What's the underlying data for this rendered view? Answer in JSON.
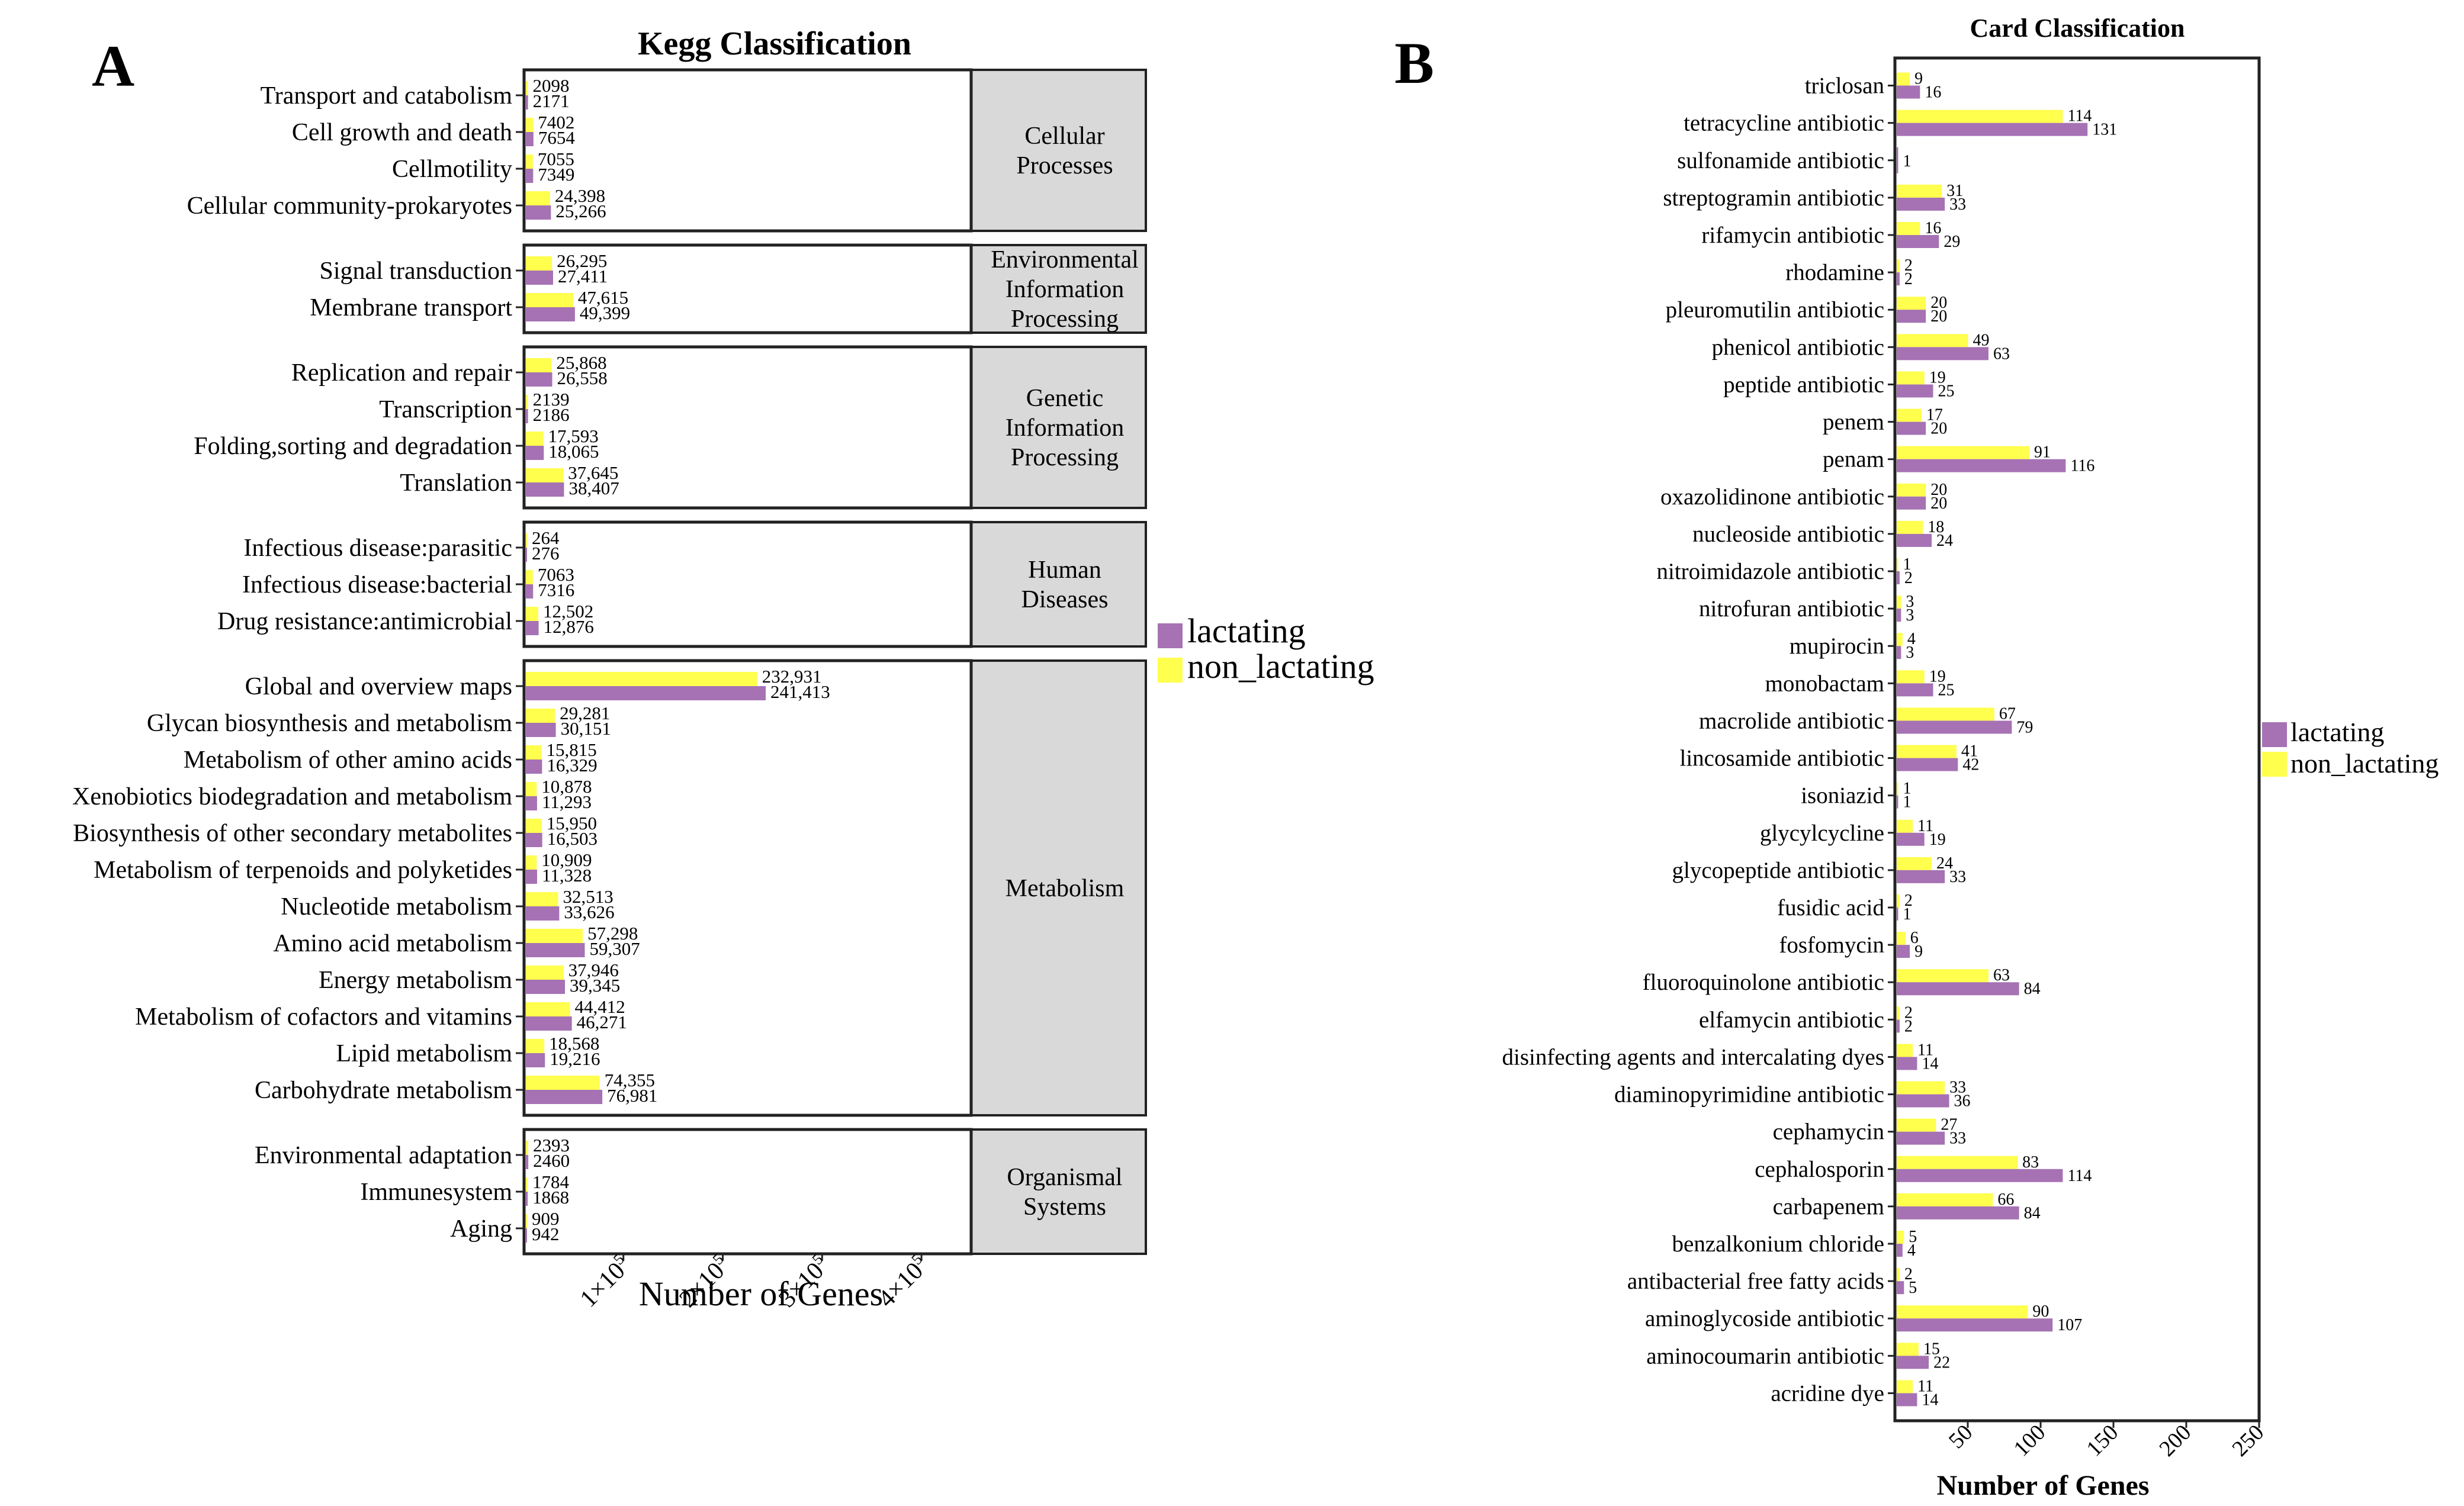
{
  "colors": {
    "lactating": "#A672B4",
    "non_lactating": "#FFFF4D",
    "group_box": "#D9D9D9",
    "frame": "#222222"
  },
  "panel_a": {
    "letter": "A"
  },
  "panel_b": {
    "letter": "B"
  },
  "chart_data": [
    {
      "type": "bar",
      "orientation": "horizontal",
      "title": "Kegg Classification",
      "xlabel": "Number of Genes",
      "ylabel": "",
      "xlim": [
        0,
        450000
      ],
      "x_ticks": [
        {
          "value": 100000,
          "label": "1×10",
          "exp": "5"
        },
        {
          "value": 200000,
          "label": "2×10",
          "exp": "5"
        },
        {
          "value": 300000,
          "label": "3×10",
          "exp": "5"
        },
        {
          "value": 400000,
          "label": "4×10",
          "exp": "5"
        }
      ],
      "legend": [
        "lactating",
        "non_lactating"
      ],
      "legend_position": "right",
      "grid": false,
      "groups": [
        {
          "name_lines": [
            "Cellular",
            "Processes"
          ],
          "items": [
            {
              "label": "Transport and catabolism",
              "non_lactating": 2098,
              "lactating": 2171,
              "non_lactating_text": "2098",
              "lactating_text": "2171"
            },
            {
              "label": "Cell growth and death",
              "non_lactating": 7402,
              "lactating": 7654,
              "non_lactating_text": "7402",
              "lactating_text": "7654"
            },
            {
              "label": "Cellmotility",
              "non_lactating": 7055,
              "lactating": 7349,
              "non_lactating_text": "7055",
              "lactating_text": "7349"
            },
            {
              "label": "Cellular community-prokaryotes",
              "non_lactating": 24398,
              "lactating": 25266,
              "non_lactating_text": "24,398",
              "lactating_text": "25,266"
            }
          ]
        },
        {
          "name_lines": [
            "Environmental",
            "Information",
            "Processing"
          ],
          "items": [
            {
              "label": "Signal transduction",
              "non_lactating": 26295,
              "lactating": 27411,
              "non_lactating_text": "26,295",
              "lactating_text": "27,411"
            },
            {
              "label": "Membrane transport",
              "non_lactating": 47615,
              "lactating": 49399,
              "non_lactating_text": "47,615",
              "lactating_text": "49,399"
            }
          ]
        },
        {
          "name_lines": [
            "Genetic",
            "Information",
            "Processing"
          ],
          "items": [
            {
              "label": "Replication and repair",
              "non_lactating": 25868,
              "lactating": 26558,
              "non_lactating_text": "25,868",
              "lactating_text": "26,558"
            },
            {
              "label": "Transcription",
              "non_lactating": 2139,
              "lactating": 2186,
              "non_lactating_text": "2139",
              "lactating_text": "2186"
            },
            {
              "label": "Folding,sorting and degradation",
              "non_lactating": 17593,
              "lactating": 18065,
              "non_lactating_text": "17,593",
              "lactating_text": "18,065"
            },
            {
              "label": "Translation",
              "non_lactating": 37645,
              "lactating": 38407,
              "non_lactating_text": "37,645",
              "lactating_text": "38,407"
            }
          ]
        },
        {
          "name_lines": [
            "Human",
            "Diseases"
          ],
          "items": [
            {
              "label": "Infectious disease:parasitic",
              "non_lactating": 264,
              "lactating": 276,
              "non_lactating_text": "264",
              "lactating_text": "276"
            },
            {
              "label": "Infectious disease:bacterial",
              "non_lactating": 7063,
              "lactating": 7316,
              "non_lactating_text": "7063",
              "lactating_text": "7316"
            },
            {
              "label": "Drug resistance:antimicrobial",
              "non_lactating": 12502,
              "lactating": 12876,
              "non_lactating_text": "12,502",
              "lactating_text": "12,876"
            }
          ]
        },
        {
          "name_lines": [
            "Metabolism"
          ],
          "items": [
            {
              "label": "Global and overview maps",
              "non_lactating": 232931,
              "lactating": 241413,
              "non_lactating_text": "232,931",
              "lactating_text": "241,413"
            },
            {
              "label": "Glycan biosynthesis and metabolism",
              "non_lactating": 29281,
              "lactating": 30151,
              "non_lactating_text": "29,281",
              "lactating_text": "30,151"
            },
            {
              "label": "Metabolism of other amino acids",
              "non_lactating": 15815,
              "lactating": 16329,
              "non_lactating_text": "15,815",
              "lactating_text": "16,329"
            },
            {
              "label": "Xenobiotics biodegradation and metabolism",
              "non_lactating": 10878,
              "lactating": 11293,
              "non_lactating_text": "10,878",
              "lactating_text": "11,293"
            },
            {
              "label": "Biosynthesis of other secondary metabolites",
              "non_lactating": 15950,
              "lactating": 16503,
              "non_lactating_text": "15,950",
              "lactating_text": "16,503"
            },
            {
              "label": "Metabolism of terpenoids and polyketides",
              "non_lactating": 10909,
              "lactating": 11328,
              "non_lactating_text": "10,909",
              "lactating_text": "11,328"
            },
            {
              "label": "Nucleotide metabolism",
              "non_lactating": 32513,
              "lactating": 33626,
              "non_lactating_text": "32,513",
              "lactating_text": "33,626"
            },
            {
              "label": "Amino acid metabolism",
              "non_lactating": 57298,
              "lactating": 59307,
              "non_lactating_text": "57,298",
              "lactating_text": "59,307"
            },
            {
              "label": "Energy metabolism",
              "non_lactating": 37946,
              "lactating": 39345,
              "non_lactating_text": "37,946",
              "lactating_text": "39,345"
            },
            {
              "label": "Metabolism of cofactors and vitamins",
              "non_lactating": 44412,
              "lactating": 46271,
              "non_lactating_text": "44,412",
              "lactating_text": "46,271"
            },
            {
              "label": "Lipid metabolism",
              "non_lactating": 18568,
              "lactating": 19216,
              "non_lactating_text": "18,568",
              "lactating_text": "19,216"
            },
            {
              "label": "Carbohydrate metabolism",
              "non_lactating": 74355,
              "lactating": 76981,
              "non_lactating_text": "74,355",
              "lactating_text": "76,981"
            }
          ]
        },
        {
          "name_lines": [
            "Organismal",
            "Systems"
          ],
          "items": [
            {
              "label": "Environmental adaptation",
              "non_lactating": 2393,
              "lactating": 2460,
              "non_lactating_text": "2393",
              "lactating_text": "2460"
            },
            {
              "label": "Immunesystem",
              "non_lactating": 1784,
              "lactating": 1868,
              "non_lactating_text": "1784",
              "lactating_text": "1868"
            },
            {
              "label": "Aging",
              "non_lactating": 909,
              "lactating": 942,
              "non_lactating_text": "909",
              "lactating_text": "942"
            }
          ]
        }
      ]
    },
    {
      "type": "bar",
      "orientation": "horizontal",
      "title": "Card Classification",
      "xlabel": "Number of Genes",
      "ylabel": "",
      "xlim": [
        0,
        250
      ],
      "x_ticks": [
        {
          "value": 50,
          "label": "50"
        },
        {
          "value": 100,
          "label": "100"
        },
        {
          "value": 150,
          "label": "150"
        },
        {
          "value": 200,
          "label": "200"
        },
        {
          "value": 250,
          "label": "250"
        }
      ],
      "legend": [
        "lactating",
        "non_lactating"
      ],
      "legend_position": "right",
      "grid": false,
      "items": [
        {
          "label": "triclosan",
          "non_lactating": 9,
          "lactating": 16
        },
        {
          "label": "tetracycline antibiotic",
          "non_lactating": 114,
          "lactating": 131
        },
        {
          "label": "sulfonamide antibiotic",
          "non_lactating": null,
          "lactating": 1
        },
        {
          "label": "streptogramin antibiotic",
          "non_lactating": 31,
          "lactating": 33
        },
        {
          "label": "rifamycin antibiotic",
          "non_lactating": 16,
          "lactating": 29
        },
        {
          "label": "rhodamine",
          "non_lactating": 2,
          "lactating": 2
        },
        {
          "label": "pleuromutilin antibiotic",
          "non_lactating": 20,
          "lactating": 20
        },
        {
          "label": "phenicol antibiotic",
          "non_lactating": 49,
          "lactating": 63
        },
        {
          "label": "peptide antibiotic",
          "non_lactating": 19,
          "lactating": 25
        },
        {
          "label": "penem",
          "non_lactating": 17,
          "lactating": 20
        },
        {
          "label": "penam",
          "non_lactating": 91,
          "lactating": 116
        },
        {
          "label": "oxazolidinone antibiotic",
          "non_lactating": 20,
          "lactating": 20
        },
        {
          "label": "nucleoside antibiotic",
          "non_lactating": 18,
          "lactating": 24
        },
        {
          "label": "nitroimidazole antibiotic",
          "non_lactating": 1,
          "lactating": 2
        },
        {
          "label": "nitrofuran antibiotic",
          "non_lactating": 3,
          "lactating": 3
        },
        {
          "label": "mupirocin",
          "non_lactating": 4,
          "lactating": 3
        },
        {
          "label": "monobactam",
          "non_lactating": 19,
          "lactating": 25
        },
        {
          "label": "macrolide antibiotic",
          "non_lactating": 67,
          "lactating": 79
        },
        {
          "label": "lincosamide antibiotic",
          "non_lactating": 41,
          "lactating": 42
        },
        {
          "label": "isoniazid",
          "non_lactating": 1,
          "lactating": 1
        },
        {
          "label": "glycylcycline",
          "non_lactating": 11,
          "lactating": 19
        },
        {
          "label": "glycopeptide antibiotic",
          "non_lactating": 24,
          "lactating": 33
        },
        {
          "label": "fusidic acid",
          "non_lactating": 2,
          "lactating": 1
        },
        {
          "label": "fosfomycin",
          "non_lactating": 6,
          "lactating": 9
        },
        {
          "label": "fluoroquinolone antibiotic",
          "non_lactating": 63,
          "lactating": 84
        },
        {
          "label": "elfamycin antibiotic",
          "non_lactating": 2,
          "lactating": 2
        },
        {
          "label": "disinfecting agents and intercalating dyes",
          "non_lactating": 11,
          "lactating": 14
        },
        {
          "label": "diaminopyrimidine antibiotic",
          "non_lactating": 33,
          "lactating": 36
        },
        {
          "label": "cephamycin",
          "non_lactating": 27,
          "lactating": 33
        },
        {
          "label": "cephalosporin",
          "non_lactating": 83,
          "lactating": 114
        },
        {
          "label": "carbapenem",
          "non_lactating": 66,
          "lactating": 84
        },
        {
          "label": "benzalkonium chloride",
          "non_lactating": 5,
          "lactating": 4
        },
        {
          "label": "antibacterial free fatty acids",
          "non_lactating": 2,
          "lactating": 5
        },
        {
          "label": "aminoglycoside antibiotic",
          "non_lactating": 90,
          "lactating": 107
        },
        {
          "label": "aminocoumarin antibiotic",
          "non_lactating": 15,
          "lactating": 22
        },
        {
          "label": "acridine dye",
          "non_lactating": 11,
          "lactating": 14
        }
      ]
    }
  ]
}
